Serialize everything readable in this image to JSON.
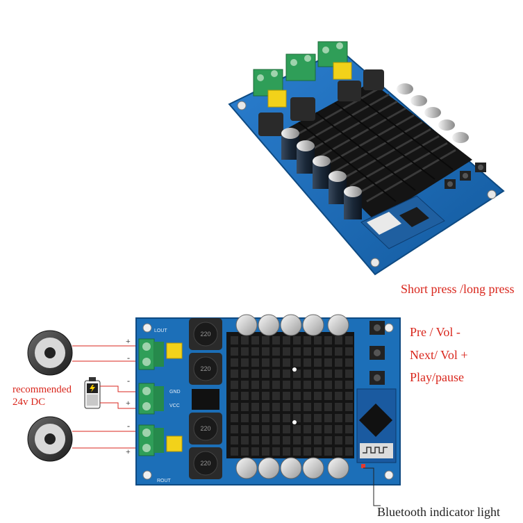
{
  "labels": {
    "top_caption": "Short press /long press",
    "btn_pre": "Pre / Vol -",
    "btn_next": "Next/ Vol +",
    "btn_play": "Play/pause",
    "power_line1": "recommended",
    "power_line2": "24v DC",
    "bt_light": "Bluetooth indicator light"
  },
  "polarity": {
    "plus": "+",
    "minus": "-"
  },
  "pcb_silk": {
    "lout": "LOUT",
    "rout": "ROUT",
    "gnd": "GND",
    "vcc": "VCC",
    "inductor_value": "220"
  },
  "colors": {
    "pcb": "#1c6fb8",
    "heatsink": "#1b1b1b",
    "terminal": "#2f9e58",
    "capacitor": "#d0d0d0",
    "caption_red": "#d9261c"
  }
}
